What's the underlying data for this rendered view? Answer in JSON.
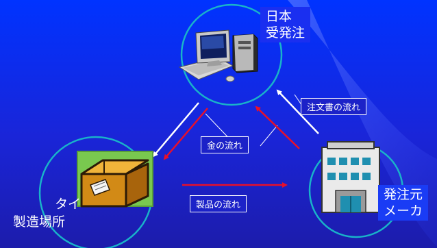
{
  "nodes": {
    "japan": {
      "line1": "日本",
      "line2": "受発注"
    },
    "thailand": {
      "line1": "タイ",
      "line2": "製造場所"
    },
    "maker": {
      "line1": "発注元",
      "line2": "メーカ"
    }
  },
  "flows": {
    "order": "注文書の流れ",
    "money": "金の流れ",
    "product": "製品の流れ"
  },
  "colors": {
    "white_arrow": "#ffffff",
    "red_arrow": "#e8102a",
    "circle": "#19b3c9"
  },
  "icons": [
    "computer-icon",
    "cardboard-box-icon",
    "office-building-icon"
  ]
}
